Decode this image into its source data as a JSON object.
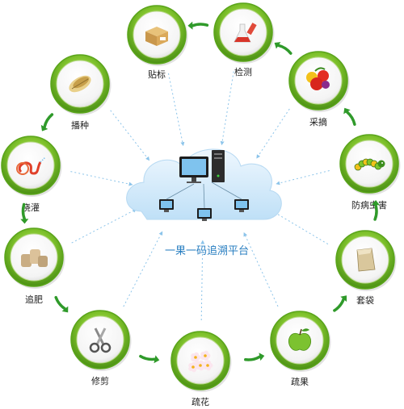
{
  "platform": {
    "label": "一果一码追溯平台"
  },
  "colors": {
    "ring_outer": "#5aa51a",
    "ring_inner": "#8fd03a",
    "disc": "#ffffff",
    "flow_arrow": "#2f9a2a",
    "cloud": "#d6ecfb",
    "dash": "#8cc4ea",
    "platform_text": "#2a7fc1"
  },
  "nodes": [
    {
      "id": "labeling",
      "label": "贴标",
      "icon": "cardboard-box-icon"
    },
    {
      "id": "testing",
      "label": "检测",
      "icon": "test-flask-icon"
    },
    {
      "id": "picking",
      "label": "采摘",
      "icon": "fruit-basket-icon"
    },
    {
      "id": "pest",
      "label": "防病虫害",
      "icon": "caterpillar-icon"
    },
    {
      "id": "bagging",
      "label": "套袋",
      "icon": "paper-bag-icon"
    },
    {
      "id": "thinning",
      "label": "疏果",
      "icon": "green-apple-icon"
    },
    {
      "id": "flower",
      "label": "疏花",
      "icon": "blossom-icon"
    },
    {
      "id": "pruning",
      "label": "修剪",
      "icon": "scissors-icon"
    },
    {
      "id": "fertilize",
      "label": "追肥",
      "icon": "fertilizer-bags-icon"
    },
    {
      "id": "watering",
      "label": "浇灌",
      "icon": "garden-hose-icon"
    },
    {
      "id": "sowing",
      "label": "播种",
      "icon": "seed-icon"
    }
  ]
}
